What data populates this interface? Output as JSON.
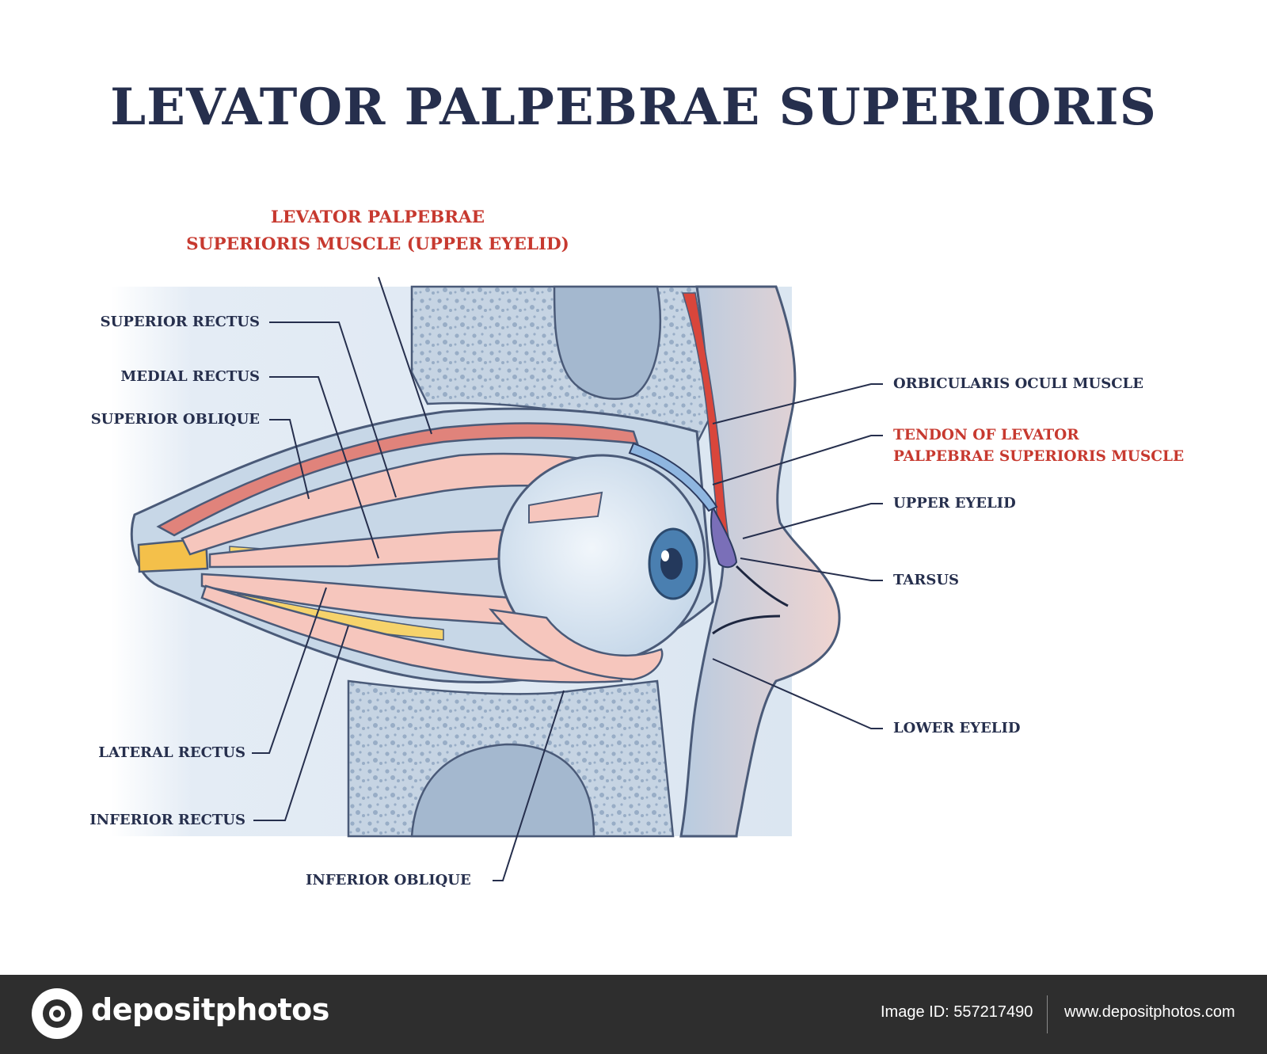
{
  "title": "LEVATOR PALPEBRAE SUPERIORIS",
  "highlight_label": {
    "line1": "LEVATOR PALPEBRAE",
    "line2": "SUPERIORIS MUSCLE (UPPER EYELID)"
  },
  "labels": {
    "superior_rectus": "SUPERIOR RECTUS",
    "medial_rectus": "MEDIAL RECTUS",
    "superior_oblique": "SUPERIOR OBLIQUE",
    "lateral_rectus": "LATERAL RECTUS",
    "inferior_rectus": "INFERIOR RECTUS",
    "inferior_oblique": "INFERIOR OBLIQUE",
    "orbicularis_oculi": "ORBICULARIS OCULI MUSCLE",
    "tendon_line1": "TENDON OF LEVATOR",
    "tendon_line2": "PALPEBRAE SUPERIORIS MUSCLE",
    "upper_eyelid": "UPPER EYELID",
    "tarsus": "TARSUS",
    "lower_eyelid": "LOWER EYELID"
  },
  "colors": {
    "title": "#262f4d",
    "label": "#262f4d",
    "highlight": "#c7392f",
    "muscle": "#f6c6bd",
    "levator": "#e0837b",
    "tissue": "#bcd0e2",
    "bone": "#a9bdd2",
    "footer": "#2e2e2e"
  },
  "footer": {
    "brand": "depositphotos",
    "image_id": "Image ID: 557217490",
    "site": "www.depositphotos.com"
  }
}
